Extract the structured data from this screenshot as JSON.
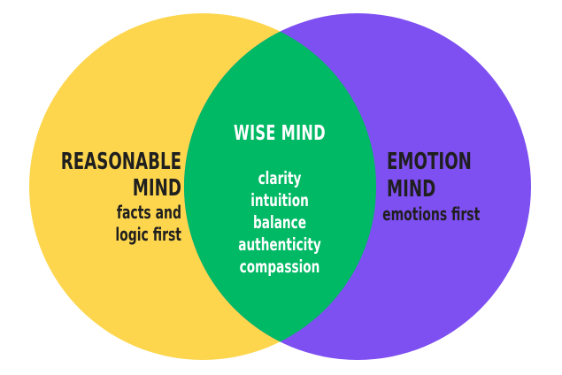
{
  "diagram": {
    "type": "venn",
    "background_color": "#FFFFFF",
    "left_circle": {
      "label_line1": "REASONABLE",
      "label_line2": "MIND",
      "sublabel_line1": "facts and",
      "sublabel_line2": "logic first",
      "color": "#FDD64E",
      "label_color": "#1F1F1F"
    },
    "right_circle": {
      "label_line1": "EMOTION",
      "label_line2": "MIND",
      "sublabel": "emotions first",
      "color": "#7E4FF1",
      "label_color": "#1F1F1F"
    },
    "overlap": {
      "title": "WISE MIND",
      "items": [
        "clarity",
        "intuition",
        "balance",
        "authenticity",
        "compassion"
      ],
      "color": "#00B964",
      "label_color": "#FFFFFF"
    }
  }
}
